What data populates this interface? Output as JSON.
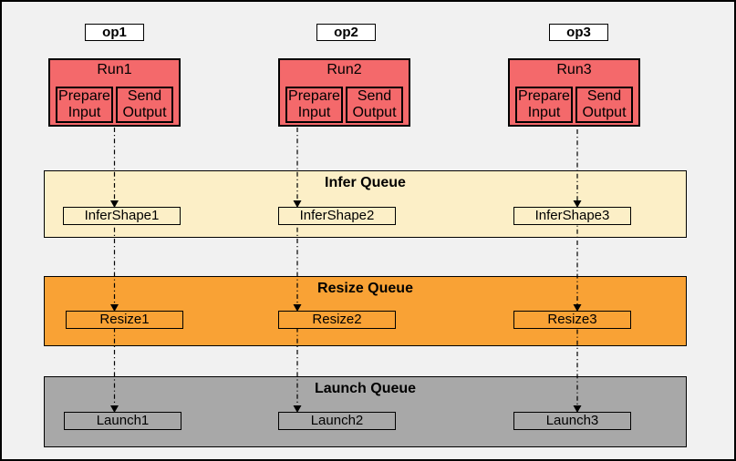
{
  "colors": {
    "background": "#F1F1F1",
    "frame_border": "#000000",
    "op_fill": "#FFFFFF",
    "run_fill": "#F4696B",
    "infer_fill": "#FCEFC7",
    "resize_fill": "#F9A235",
    "launch_fill": "#A8A8A8",
    "arrow_line": "#000000"
  },
  "ops": [
    {
      "label": "op1"
    },
    {
      "label": "op2"
    },
    {
      "label": "op3"
    }
  ],
  "runs": [
    {
      "title": "Run1",
      "sub_left": "Prepare Input",
      "sub_right": "Send Output"
    },
    {
      "title": "Run2",
      "sub_left": "Prepare Input",
      "sub_right": "Send Output"
    },
    {
      "title": "Run3",
      "sub_left": "Prepare Input",
      "sub_right": "Send Output"
    }
  ],
  "queues": [
    {
      "title": "Infer Queue",
      "color": "#FCEFC7",
      "items": [
        "InferShape1",
        "InferShape2",
        "InferShape3"
      ]
    },
    {
      "title": "Resize Queue",
      "color": "#F9A235",
      "items": [
        "Resize1",
        "Resize2",
        "Resize3"
      ]
    },
    {
      "title": "Launch Queue",
      "color": "#A8A8A8",
      "items": [
        "Launch1",
        "Launch2",
        "Launch3"
      ]
    }
  ]
}
